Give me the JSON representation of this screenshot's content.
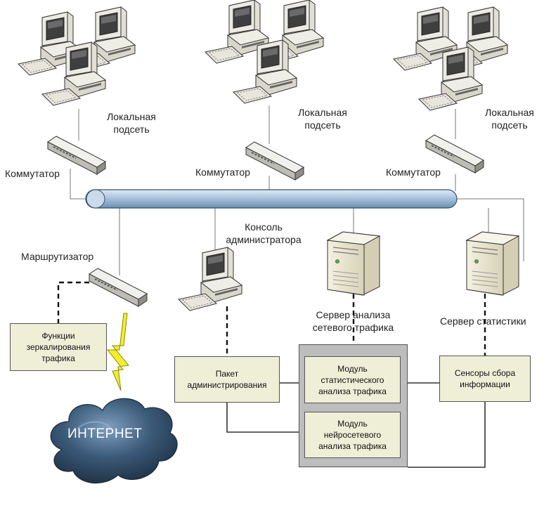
{
  "subnets": [
    {
      "label": "Локальная\nподсеть",
      "switch_label": "Коммутатор"
    },
    {
      "label": "Локальная\nподсеть",
      "switch_label": "Коммутатор"
    },
    {
      "label": "Локальная\nподсеть",
      "switch_label": "Коммутатор"
    }
  ],
  "router_label": "Маршрутизатор",
  "console_label": "Консоль\nадминистратора",
  "analysis_server_label": "Сервер анализа\nсетевого трафика",
  "stats_server_label": "Сервер статистики",
  "boxes": {
    "mirroring": "Функции\nзеркалирования\nтрафика",
    "admin_package": "Пакет\nадминистрирования",
    "stat_module": "Модуль\nстатистического\nанализа трафика",
    "nn_module": "Модуль\nнейросетевого\nанализа трафика",
    "sensors": "Сенсоры сбора\nинформации"
  },
  "internet_label": "ИНТЕРНЕТ",
  "colors": {
    "bus": "#a9c4dd",
    "box_fill": "#efefd8",
    "group_fill": "#bdbdbd",
    "cloud": "#3b5570",
    "lightning": "#f2ee2a"
  }
}
